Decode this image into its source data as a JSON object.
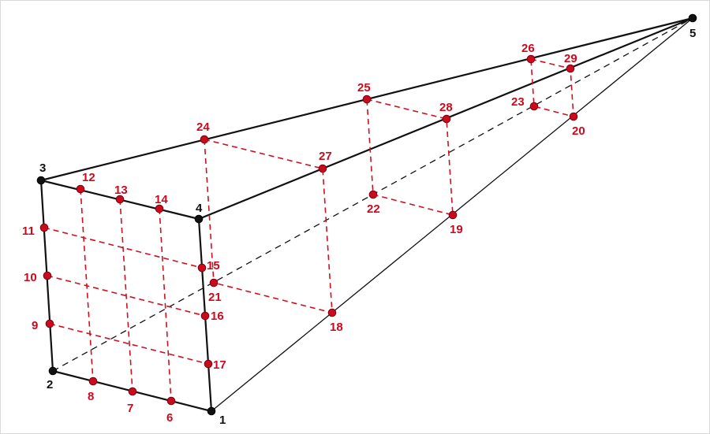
{
  "colors": {
    "background": "#ffffff",
    "edge": "#111111",
    "corner_node": "#111111",
    "grid_node": "#cc0a1e",
    "grid_line": "#d0101e",
    "label_black": "#111111",
    "label_red": "#cc0a1e"
  },
  "corner_labels": {
    "n1": "1",
    "n2": "2",
    "n3": "3",
    "n4": "4",
    "n5": "5"
  },
  "grid_labels": {
    "n6": "6",
    "n7": "7",
    "n8": "8",
    "n9": "9",
    "n10": "10",
    "n11": "11",
    "n12": "12",
    "n13": "13",
    "n14": "14",
    "n15": "15",
    "n16": "16",
    "n17": "17",
    "n18": "18",
    "n19": "19",
    "n20": "20",
    "n21": "21",
    "n22": "22",
    "n23": "23",
    "n24": "24",
    "n25": "25",
    "n26": "26",
    "n27": "27",
    "n28": "28",
    "n29": "29"
  }
}
